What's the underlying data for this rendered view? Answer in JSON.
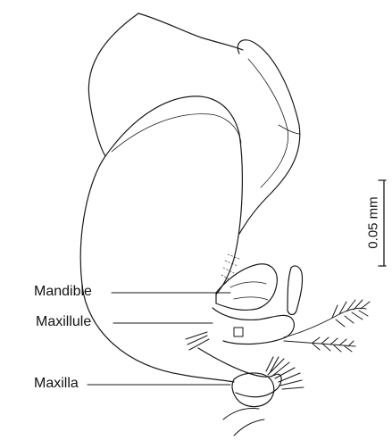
{
  "figure": {
    "labels": {
      "mandible": "Mandible",
      "maxillule": "Maxillule",
      "maxilla": "Maxilla"
    },
    "scale_bar": {
      "text": "0.05 mm"
    },
    "colors": {
      "ink": "#1a1a1a",
      "background": "#ffffff"
    }
  }
}
